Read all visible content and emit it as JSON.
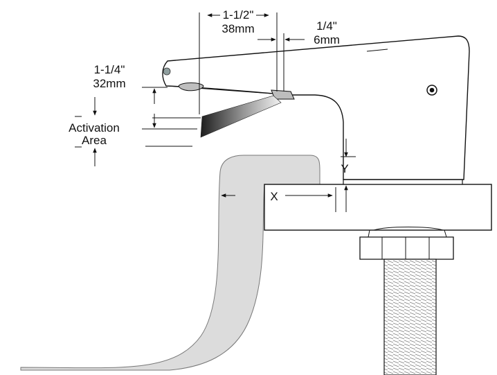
{
  "dimensions": {
    "dim_a_imperial": "1-1/2\"",
    "dim_a_metric": "38mm",
    "dim_b_imperial": "1/4\"",
    "dim_b_metric": "6mm",
    "dim_c_imperial": "1-1/4\"",
    "dim_c_metric": "32mm"
  },
  "activation": {
    "line1": "Activation",
    "line2": "Area"
  },
  "markers": {
    "x": "X",
    "y": "Y"
  },
  "colors": {
    "basin": "#dcdcdc",
    "counter": "#ffffff",
    "ink": "#111111",
    "thread": "#888888"
  }
}
